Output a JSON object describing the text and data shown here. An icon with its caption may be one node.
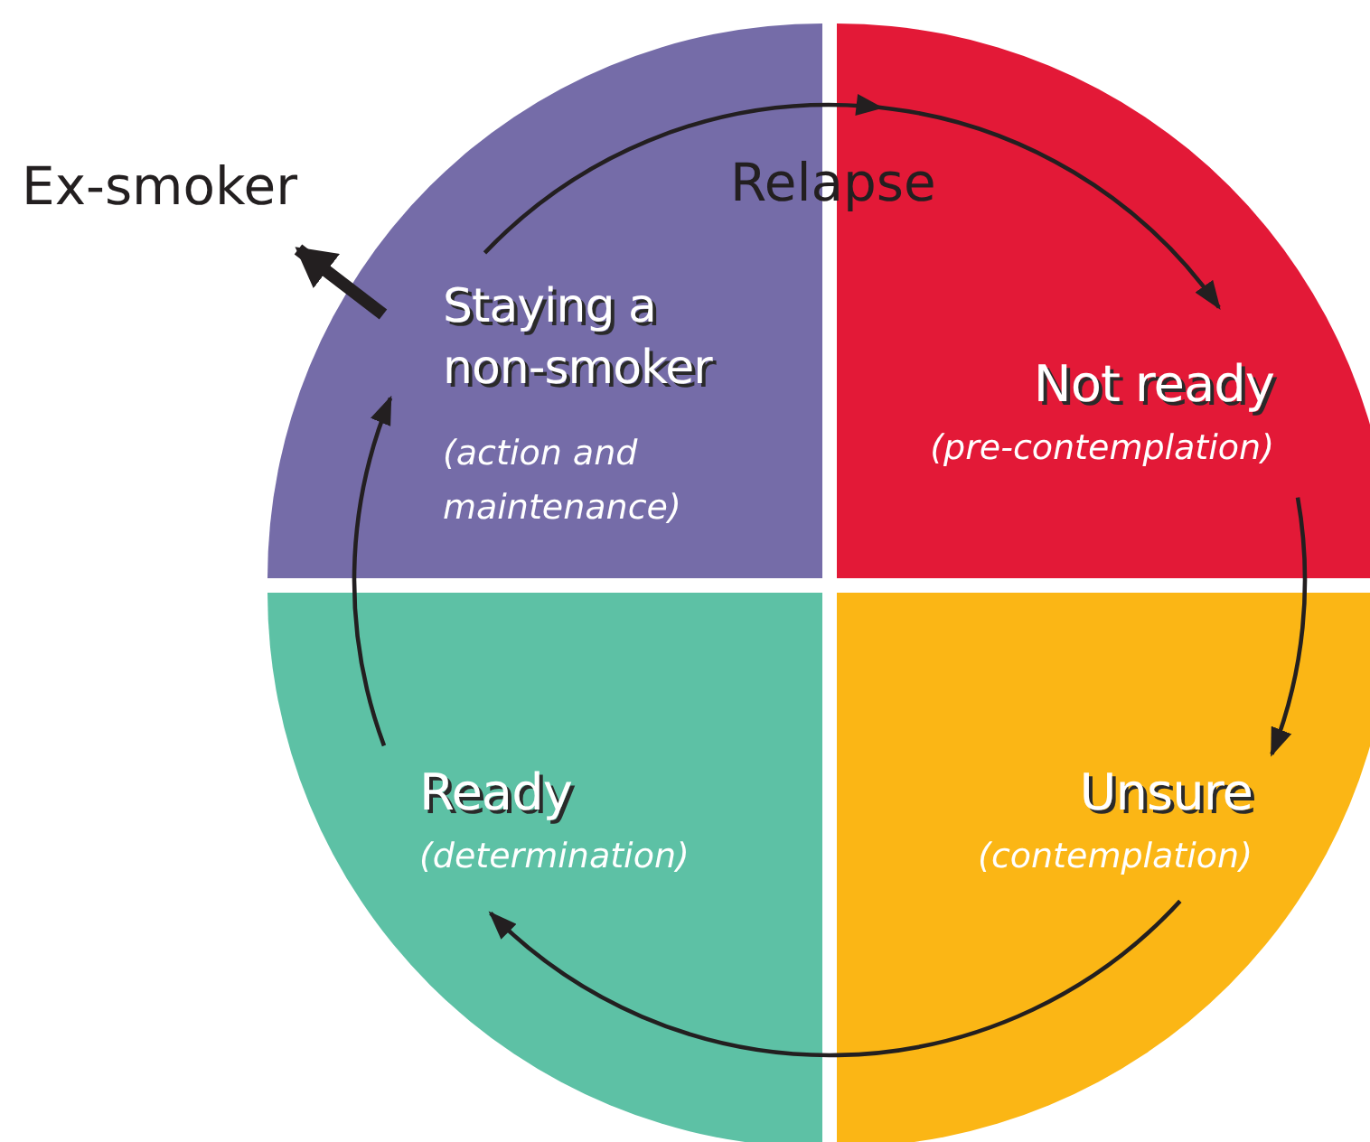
{
  "diagram": {
    "nodes": [
      {
        "text": [
          "Staying a non-smoker",
          "(action and maintenance)"
        ]
      },
      {
        "text": [
          "Not ready",
          "(pre-contemplation)"
        ]
      },
      {
        "text": [
          "Unsure",
          "(contemplation)"
        ]
      },
      {
        "text": [
          "Ready",
          "(determination)"
        ]
      },
      {
        "text": [
          "Ex-smoker"
        ]
      }
    ],
    "edges": [
      {
        "from": 0,
        "to": 1,
        "arrow": "to",
        "label": "Relapse"
      },
      {
        "from": 1,
        "to": 2,
        "arrow": "to"
      },
      {
        "from": 2,
        "to": 3,
        "arrow": "to"
      },
      {
        "from": 3,
        "to": 0,
        "arrow": "to"
      },
      {
        "from": 0,
        "to": 4,
        "arrow": "to",
        "style": "thick"
      }
    ]
  }
}
